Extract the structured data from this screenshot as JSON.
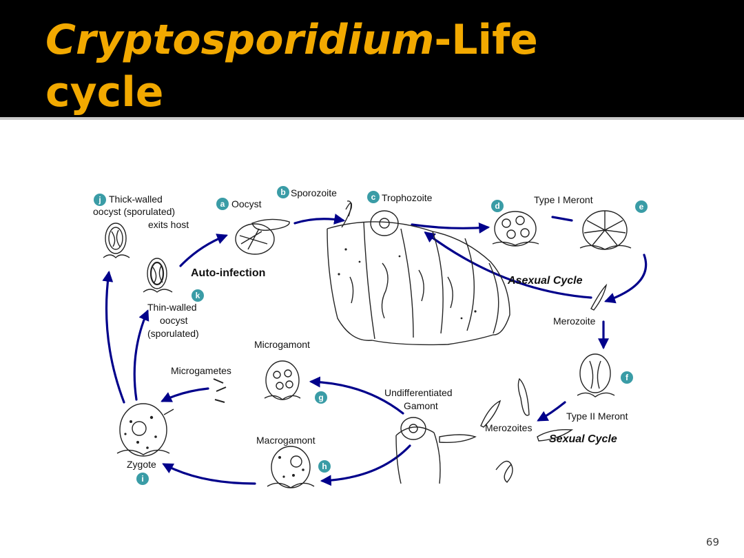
{
  "slide": {
    "title_italic": "Cryptosporidium",
    "title_rest": "-Life cycle",
    "page_number": "69"
  },
  "colors": {
    "header_bg": "#000000",
    "title": "#f2a900",
    "arrow": "#00008b",
    "badge": "#3a9ca6"
  },
  "diagram": {
    "stages": {
      "j": {
        "badge": "j",
        "lines": [
          "Thick-walled",
          "oocyst (sporulated)",
          "exits host"
        ]
      },
      "a": {
        "badge": "a",
        "lines": [
          "Oocyst"
        ]
      },
      "b": {
        "badge": "b",
        "lines": [
          "Sporozoite"
        ]
      },
      "c": {
        "badge": "c",
        "lines": [
          "Trophozoite"
        ]
      },
      "d": {
        "badge": "d",
        "lines": []
      },
      "e": {
        "badge": "e",
        "lines": [
          "Type I Meront"
        ]
      },
      "k": {
        "badge": "k",
        "lines": [
          "Thin-walled",
          "oocyst",
          "(sporulated)"
        ]
      },
      "merozoite": {
        "lines": [
          "Merozoite"
        ]
      },
      "g": {
        "badge": "g",
        "lines": [
          "Microgamont"
        ]
      },
      "microgametes": {
        "lines": [
          "Microgametes"
        ]
      },
      "gamont": {
        "lines": [
          "Undifferentiated",
          "Gamont"
        ]
      },
      "f": {
        "badge": "f",
        "lines": [
          "Type II Meront"
        ]
      },
      "merozoites": {
        "lines": [
          "Merozoites"
        ]
      },
      "h": {
        "badge": "h",
        "lines": [
          "Macrogamont"
        ]
      },
      "i": {
        "badge": "i",
        "lines": [
          "Zygote"
        ]
      }
    },
    "cycles": {
      "auto_infection": "Auto-infection",
      "asexual": "Asexual Cycle",
      "sexual": "Sexual Cycle"
    }
  }
}
